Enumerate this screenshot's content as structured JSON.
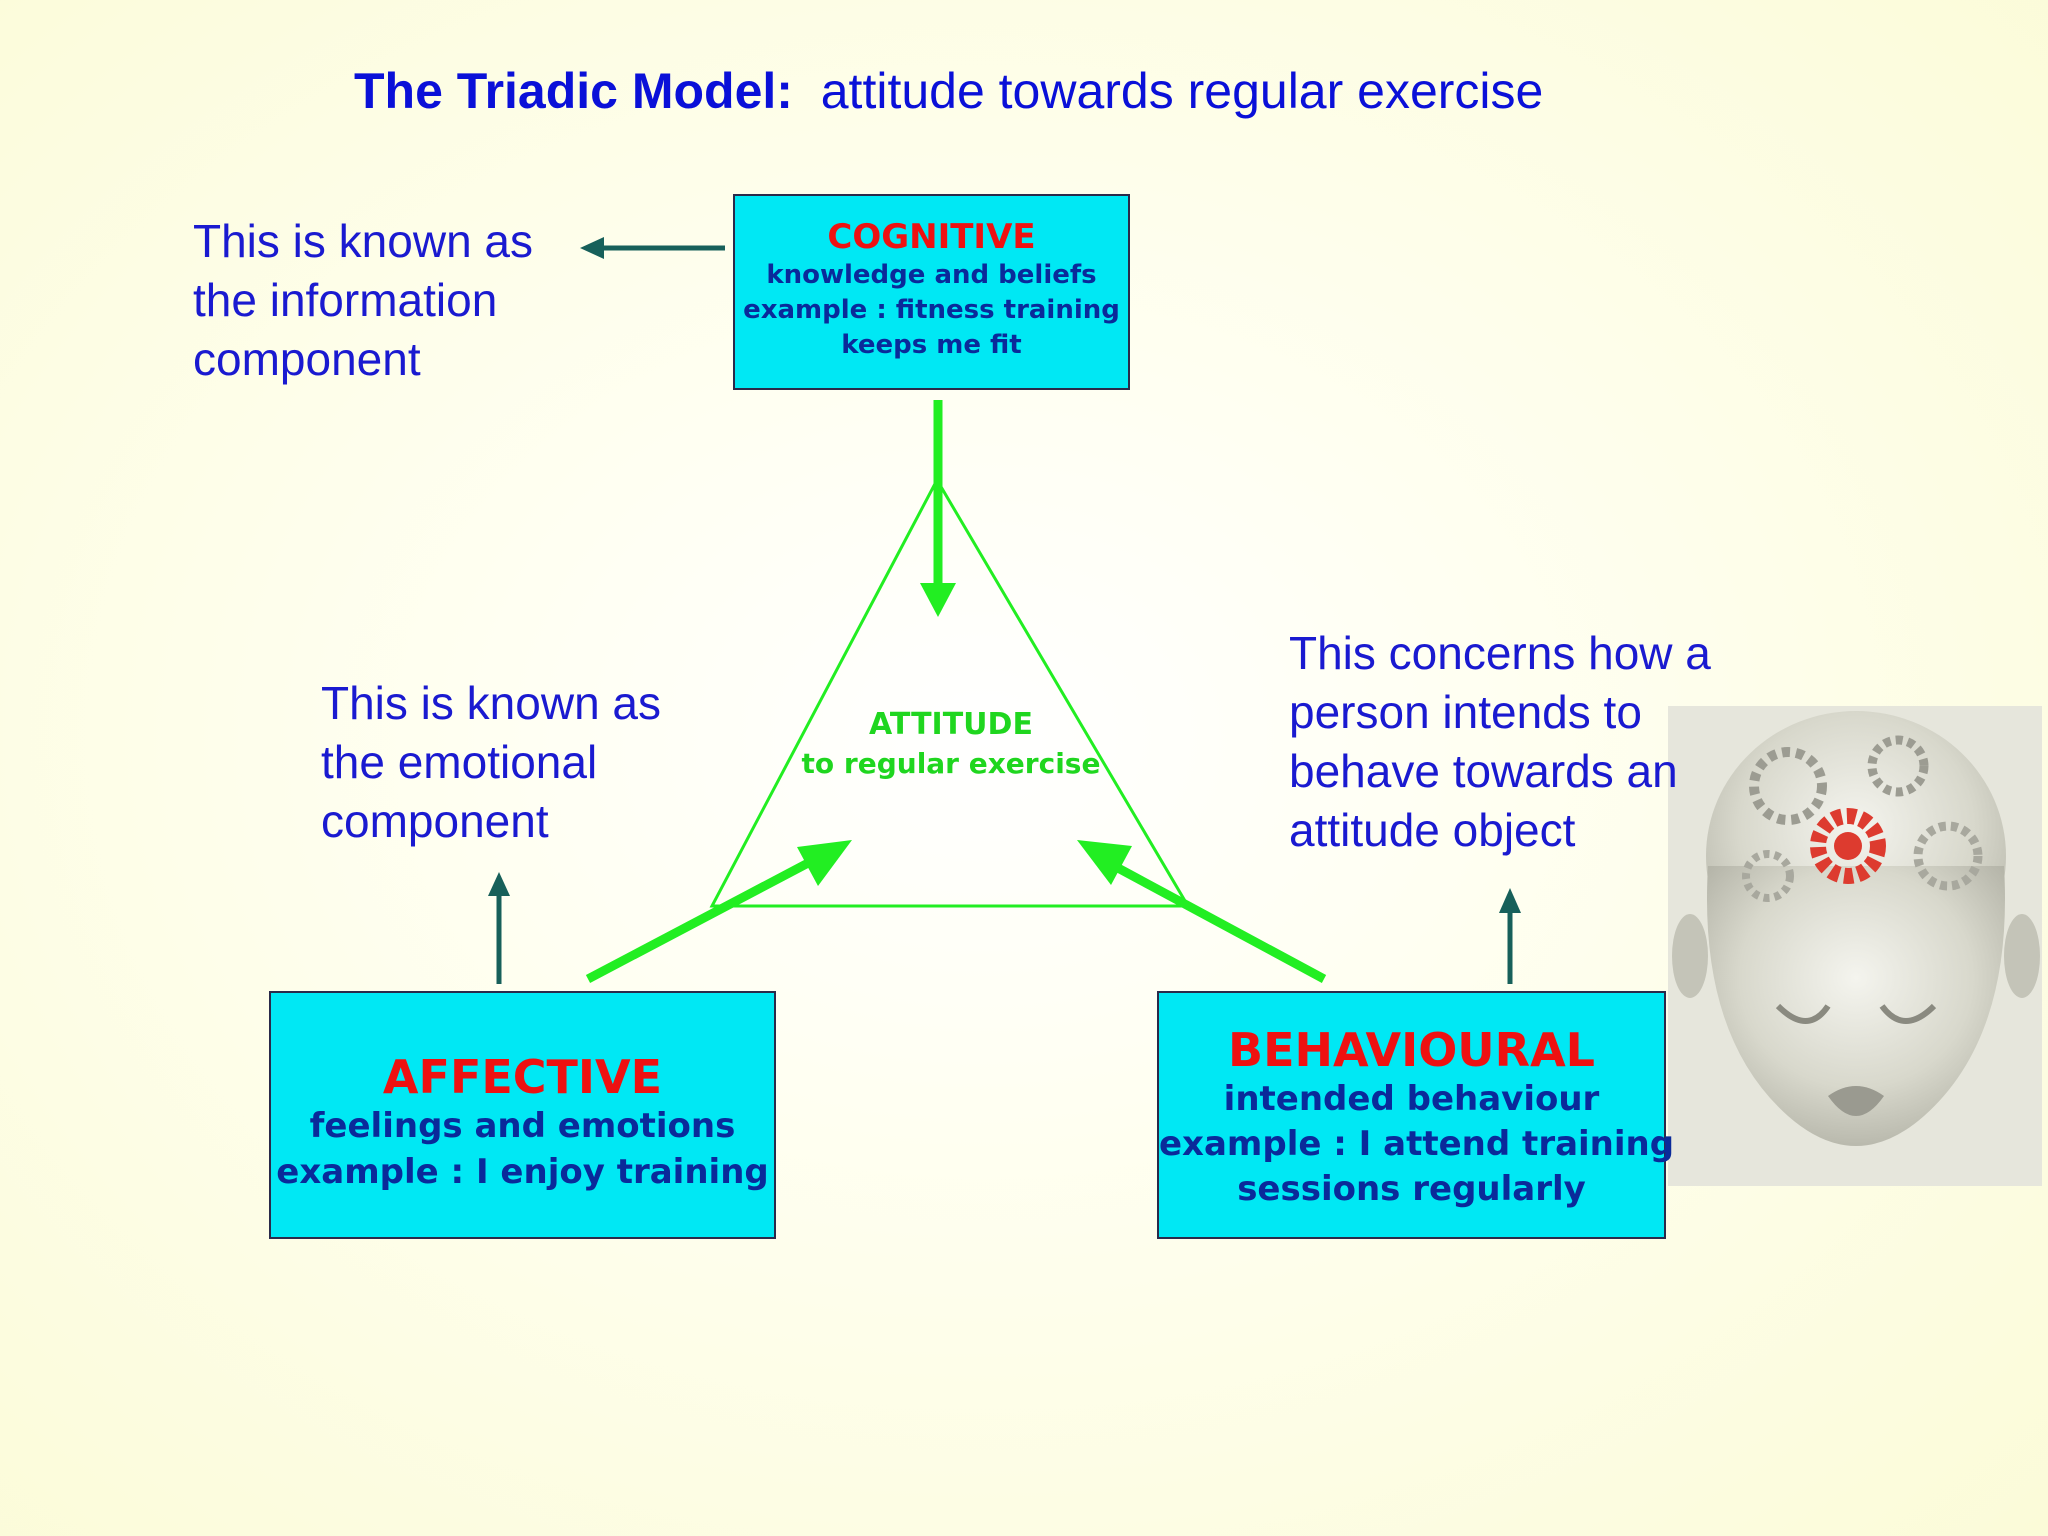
{
  "title": {
    "bold": "The Triadic Model:",
    "rest": "attitude towards regular exercise"
  },
  "notes": {
    "information": [
      "This is known as",
      "the information",
      "component"
    ],
    "emotional": [
      "This is known as",
      "the emotional",
      "component"
    ],
    "behaviour": [
      "This concerns how a",
      "person intends to",
      "behave towards an",
      "attitude object"
    ]
  },
  "boxes": {
    "cognitive": {
      "heading": "COGNITIVE",
      "lines": [
        "knowledge and beliefs",
        "example : fitness training",
        "keeps me fit"
      ]
    },
    "affective": {
      "heading": "AFFECTIVE",
      "lines": [
        "feelings and emotions",
        "example : I enjoy training"
      ]
    },
    "behavioural": {
      "heading": "BEHAVIOURAL",
      "lines": [
        "intended behaviour",
        "example : I attend training",
        "sessions regularly"
      ]
    }
  },
  "center": {
    "line1": "ATTITUDE",
    "line2": "to regular exercise"
  },
  "colors": {
    "title": "#0a10d8",
    "note_text": "#1a1ad0",
    "box_fill": "#00e8f4",
    "box_heading": "#ee1111",
    "box_text": "#0a2a9a",
    "green_arrows": "#22ee22",
    "teal_arrows": "#17605a"
  },
  "image": {
    "icon": "head-with-gears-icon"
  }
}
